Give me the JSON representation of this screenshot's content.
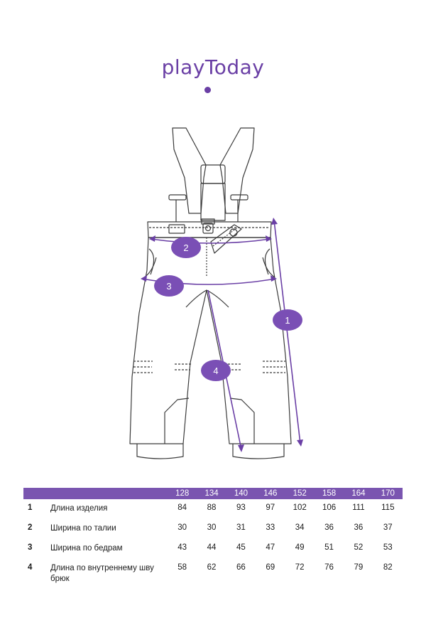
{
  "brand": {
    "name": "playToday",
    "color": "#6a3fa5"
  },
  "diagram": {
    "markers": [
      {
        "id": "1",
        "label": "1"
      },
      {
        "id": "2",
        "label": "2"
      },
      {
        "id": "3",
        "label": "3"
      },
      {
        "id": "4",
        "label": "4"
      }
    ],
    "line_color": "#6a3fa5"
  },
  "table": {
    "header_color": "#7a55b0",
    "sizes": [
      "128",
      "134",
      "140",
      "146",
      "152",
      "158",
      "164",
      "170"
    ],
    "rows": [
      {
        "num": "1",
        "label": "Длина изделия",
        "values": [
          "84",
          "88",
          "93",
          "97",
          "102",
          "106",
          "111",
          "115"
        ]
      },
      {
        "num": "2",
        "label": "Ширина по талии",
        "values": [
          "30",
          "30",
          "31",
          "33",
          "34",
          "36",
          "36",
          "37"
        ]
      },
      {
        "num": "3",
        "label": "Ширина по бедрам",
        "values": [
          "43",
          "44",
          "45",
          "47",
          "49",
          "51",
          "52",
          "53"
        ]
      },
      {
        "num": "4",
        "label": "Длина по внутреннему шву брюк",
        "values": [
          "58",
          "62",
          "66",
          "69",
          "72",
          "76",
          "79",
          "82"
        ]
      }
    ]
  }
}
